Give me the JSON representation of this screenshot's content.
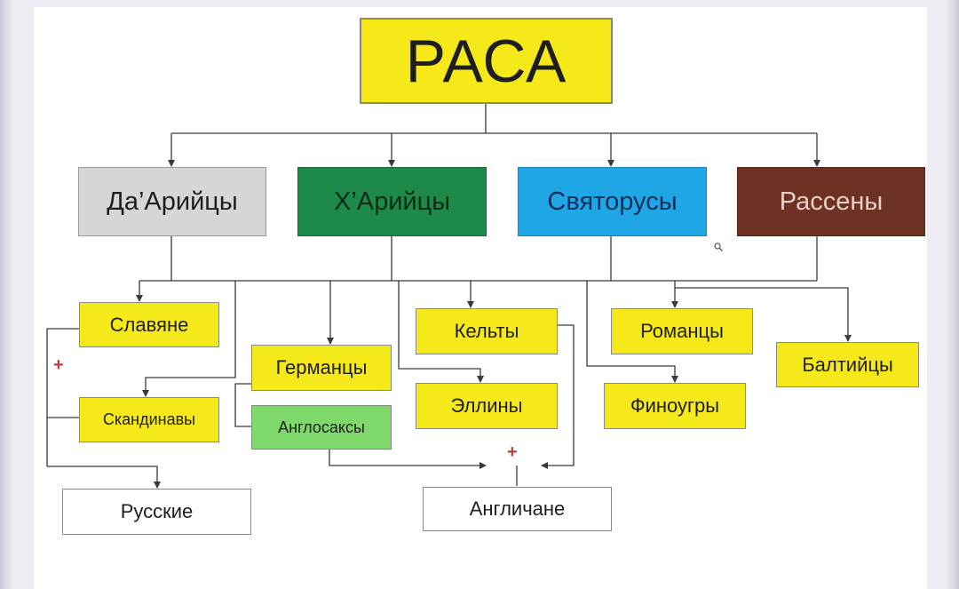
{
  "colors": {
    "yellow": "#f5e91a",
    "gray": "#d6d6d6",
    "green": "#1e8a4a",
    "blue": "#1ea7e4",
    "brown": "#6e3224",
    "light_green": "#7fd86a",
    "white": "#ffffff",
    "line": "#3a3a3a",
    "plus": "#c23a3a"
  },
  "nodes": {
    "rasa": "РАСА",
    "da_ariytsy": "Да’Арийцы",
    "h_ariytsy": "Х’Арийцы",
    "svyatorusy": "Святорусы",
    "rasseny": "Рассены",
    "slavyane": "Славяне",
    "skandinavy": "Скандинавы",
    "russkie": "Русские",
    "germantsy": "Германцы",
    "anglosaksy": "Англосаксы",
    "kelty": "Кельты",
    "elliny": "Эллины",
    "anglichane": "Англичане",
    "romantsy": "Романцы",
    "finougry": "Финоугры",
    "baltiytsy": "Балтийцы"
  },
  "plus_signs": [
    "+",
    "+"
  ]
}
